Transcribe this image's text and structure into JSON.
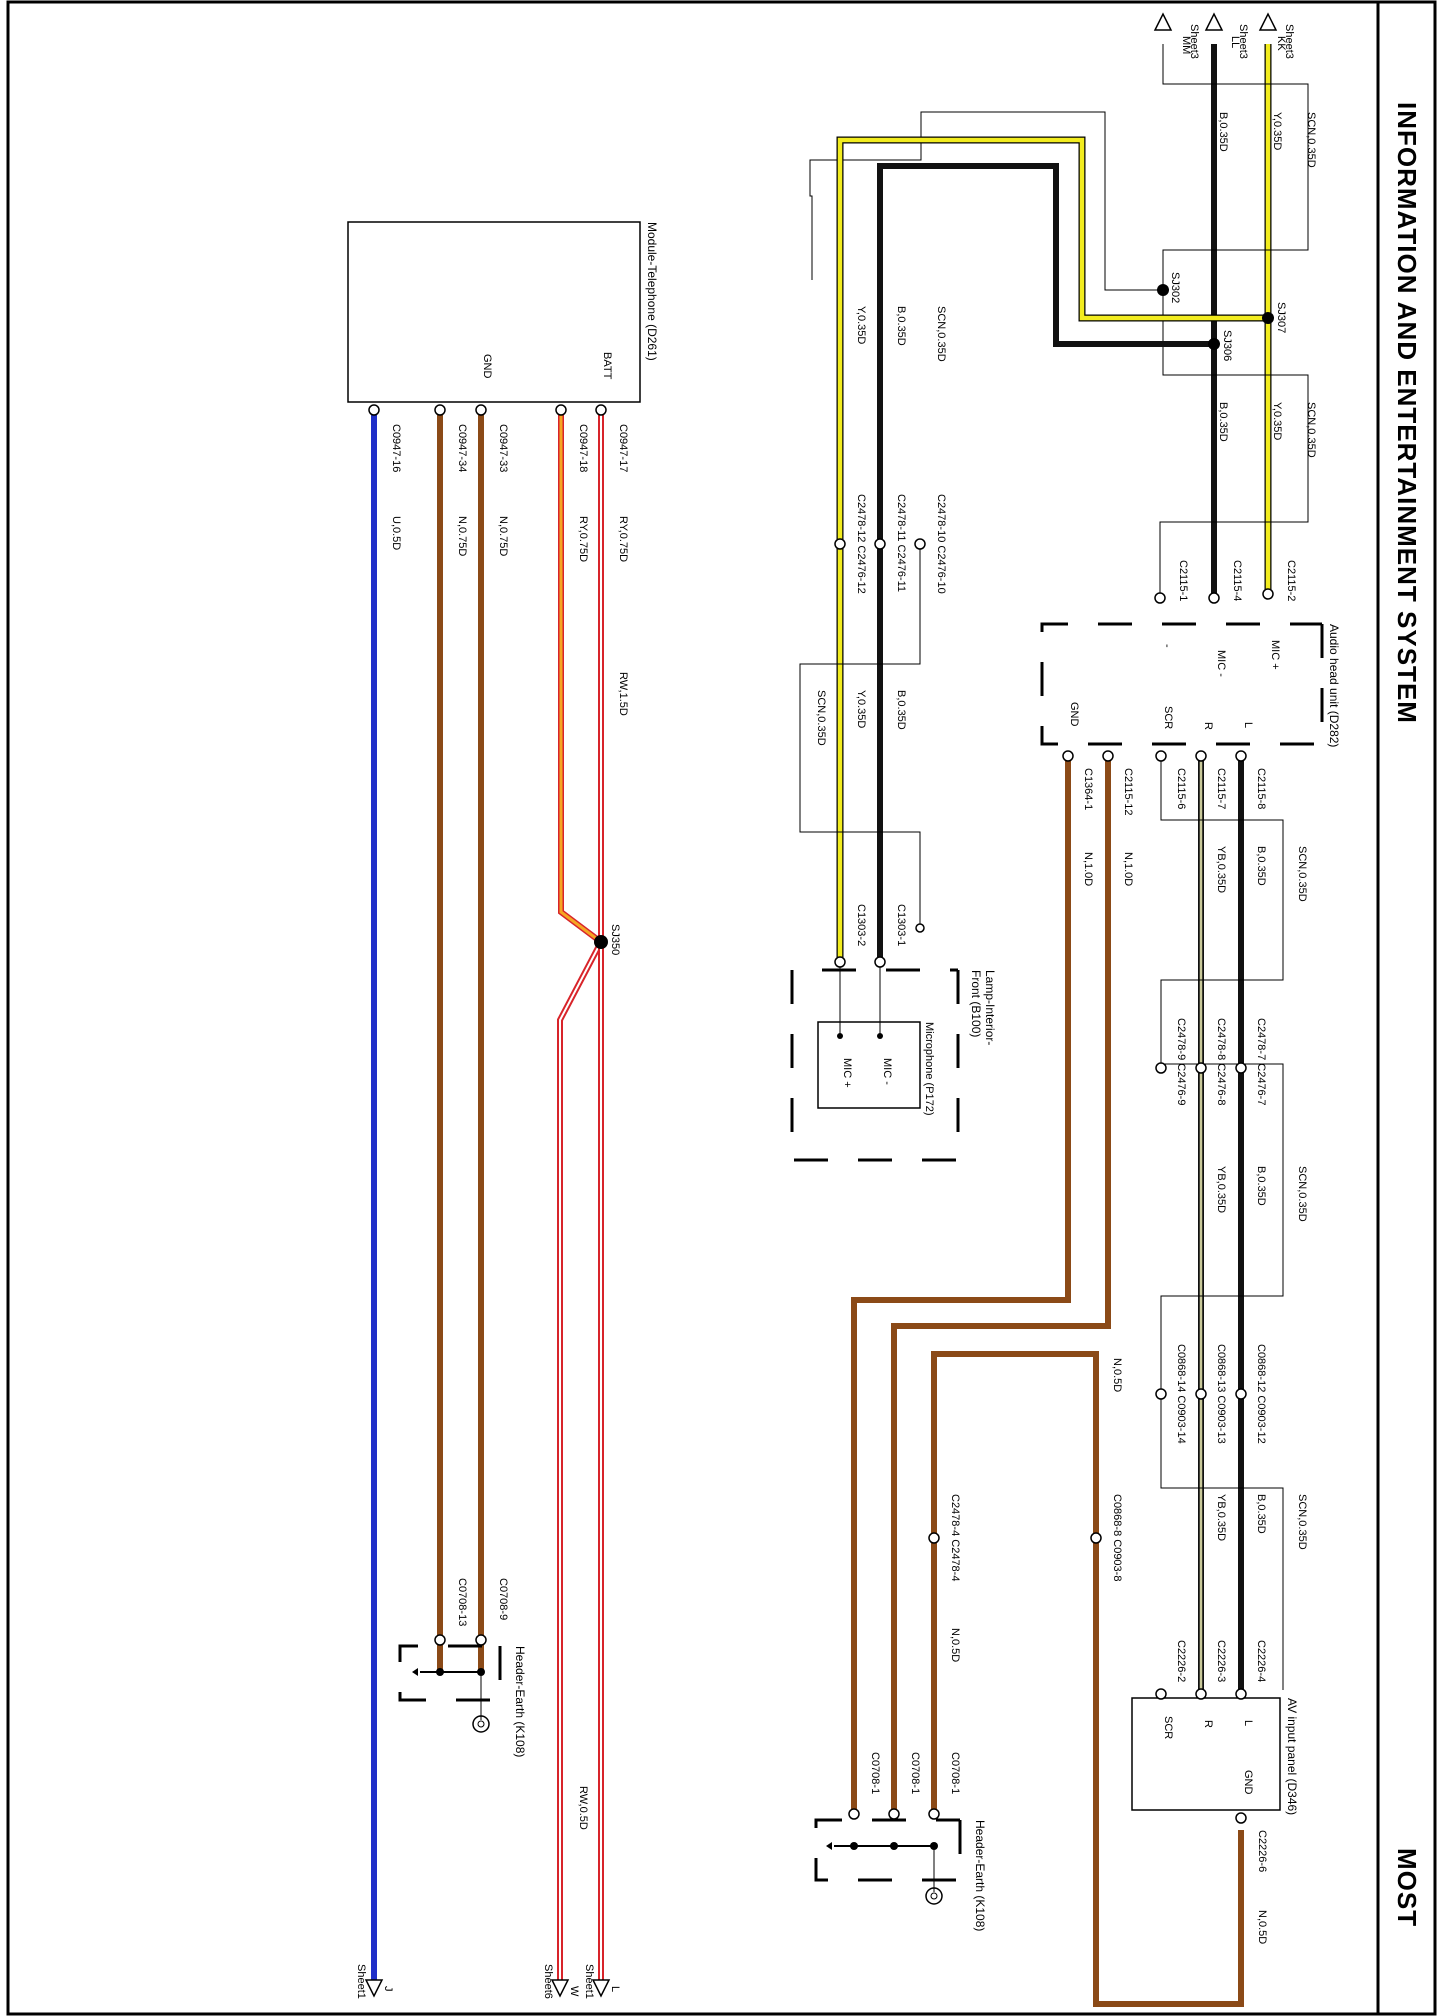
{
  "header": {
    "title": "INFORMATION AND ENTERTAINMENT SYSTEM",
    "section": "MOST"
  },
  "colors": {
    "yellow": "#f2ec1f",
    "black": "#111111",
    "brown": "#8b4a17",
    "blue": "#1f2fc8",
    "orange": "#f5a623",
    "red": "#d8242a",
    "olive": "#8a8a55"
  },
  "sheet_refs": {
    "kk": {
      "id": "KK",
      "sheet": "Sheet3"
    },
    "ll": {
      "id": "LL",
      "sheet": "Sheet3"
    },
    "mm": {
      "id": "MM",
      "sheet": "Sheet3"
    },
    "l": {
      "id": "L",
      "sheet": "Sheet1"
    },
    "w": {
      "id": "W",
      "sheet": "Sheet6"
    },
    "j": {
      "id": "J",
      "sheet": "Sheet1"
    }
  },
  "components": {
    "telephone": {
      "name": "Module-Telephone (D261)",
      "batt": "BATT",
      "gnd": "GND"
    },
    "audio_head": {
      "name": "Audio head unit (D282)",
      "mic_plus": "MIC +",
      "mic_minus": "MIC -",
      "minus": "-",
      "l": "L",
      "r": "R",
      "scr": "SCR",
      "gnd": "GND"
    },
    "lamp": {
      "name_line1": "Lamp-Interior-",
      "name_line2": "Front (B100)"
    },
    "microphone": {
      "name": "Microphone (P172)",
      "mic_minus": "MIC -",
      "mic_plus": "MIC +"
    },
    "av_panel": {
      "name": "AV input panel (D346)",
      "l": "L",
      "r": "R",
      "scr": "SCR",
      "gnd": "GND"
    },
    "earth1": {
      "name": "Header-Earth (K108)"
    },
    "earth2": {
      "name": "Header-Earth (K108)"
    }
  },
  "splices": {
    "sj302": "SJ302",
    "sj307": "SJ307",
    "sj306": "SJ306",
    "sj350": "SJ350"
  },
  "wires": {
    "y036_a": "Y,0.35D",
    "b036_a": "B,0.35D",
    "scn_a": "SCN,0.35D",
    "y036_b": "Y,0.35D",
    "b036_b": "B,0.35D",
    "scn_b": "SCN,0.35D",
    "scn_c": "SCN,0.35D",
    "b036_c": "B,0.35D",
    "y036_c": "Y,0.35D",
    "b036_d": "B,0.35D",
    "y036_d": "Y,0.35D",
    "scn_d": "SCN,0.35D",
    "ry075_a": "RY,0.75D",
    "ry075_b": "RY,0.75D",
    "n075_a": "N,0.75D",
    "n075_b": "N,0.75D",
    "u05": "U,0.5D",
    "rw15": "RW,1.5D",
    "rw05": "RW,0.5D",
    "scn_e": "SCN,0.35D",
    "b036_e": "B,0.35D",
    "yb036_e": "YB,0.35D",
    "n10_a": "N,1.0D",
    "n10_b": "N,1.0D",
    "scn_f": "SCN,0.35D",
    "b036_f": "B,0.35D",
    "yb036_f": "YB,0.35D",
    "scn_g": "SCN,0.35D",
    "b036_g": "B,0.35D",
    "yb036_g": "YB,0.35D",
    "n05_a": "N,0.5D",
    "n05_b": "N,0.5D",
    "n05_c": "N,0.5D"
  },
  "connectors": {
    "c2115_2": "C2115-2",
    "c2115_4": "C2115-4",
    "c2115_1": "C2115-1",
    "c2478_10": "C2478-10 C2476-10",
    "c2478_11": "C2478-11 C2476-11",
    "c2478_12": "C2478-12 C2476-12",
    "c0947_17": "C0947-17",
    "c0947_18": "C0947-18",
    "c0947_33": "C0947-33",
    "c0947_34": "C0947-34",
    "c0947_16": "C0947-16",
    "c2115_8": "C2115-8",
    "c2115_7": "C2115-7",
    "c2115_6": "C2115-6",
    "c2115_12": "C2115-12",
    "c1364_1": "C1364-1",
    "c1303_1": "C1303-1",
    "c1303_2": "C1303-2",
    "c2476_7": "C2478-7 C2476-7",
    "c2476_8": "C2478-8 C2476-8",
    "c2476_9": "C2478-9 C2476-9",
    "c0868_12": "C0868-12 C0903-12",
    "c0868_13": "C0868-13 C0903-13",
    "c0868_14": "C0868-14 C0903-14",
    "c2226_4": "C2226-4",
    "c2226_3": "C2226-3",
    "c2226_2": "C2226-2",
    "c2226_6": "C2226-6",
    "c0868_8": "C0868-8 C0903-8",
    "c2478_4": "C2478-4 C2478-4",
    "c0708_9": "C0708-9",
    "c0708_13": "C0708-13",
    "c0708_1a": "C0708-1",
    "c0708_1b": "C0708-1",
    "c0708_1c": "C0708-1"
  }
}
